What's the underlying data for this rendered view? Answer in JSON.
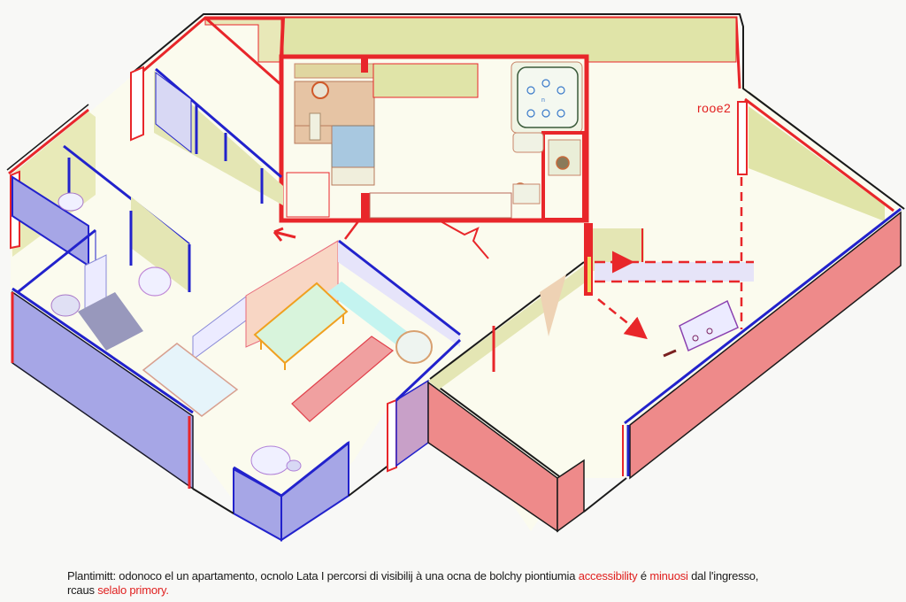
{
  "diagram": {
    "type": "isometric-floor-plan",
    "room_label": "rooe2",
    "colors": {
      "floor": "#fbfbee",
      "outer_outline": "#1a1a1a",
      "red_walls": "#e8262a",
      "blue_walls": "#2222cc",
      "blue_wall_fill": "#a6a6e6",
      "red_wall_fill": "#ee8a8a",
      "olive_wall_fill": "#e0e4a8",
      "dashed_path": "#e8262a"
    },
    "rooms": [
      {
        "name": "upper-apartment-block",
        "outline": "red"
      },
      {
        "name": "left-bathroom",
        "outline": "blue"
      },
      {
        "name": "living-area",
        "outline": "blue"
      },
      {
        "name": "right-open-room",
        "outline": "red"
      }
    ],
    "furniture": [
      "bed",
      "blue-rug",
      "desk",
      "cooktop",
      "toilet",
      "sink",
      "armchair",
      "coffee-table",
      "sofa",
      "bathtub",
      "side-table",
      "round-stool",
      "lounge-chair",
      "sideboard"
    ],
    "paths": [
      {
        "style": "dashed",
        "direction": "right",
        "label": "visibility path horizontal"
      },
      {
        "style": "dashed",
        "direction": "down-right",
        "label": "visibility path diagonal"
      },
      {
        "style": "dashed",
        "direction": "down",
        "label": "visibility path vertical"
      }
    ]
  },
  "caption": {
    "line1_a": "Plantimitt: odonoco el un apartamento, ocnolo Lata I percorsi di visibilij à una ocna de bolchy piontiumia ",
    "line1_hl1": "accessibility",
    "line1_b": " é ",
    "line1_hl2": "minuosi",
    "line1_c": " dal l'ingresso,",
    "line2_a": "rcaus ",
    "line2_hl": "selalo primory."
  }
}
